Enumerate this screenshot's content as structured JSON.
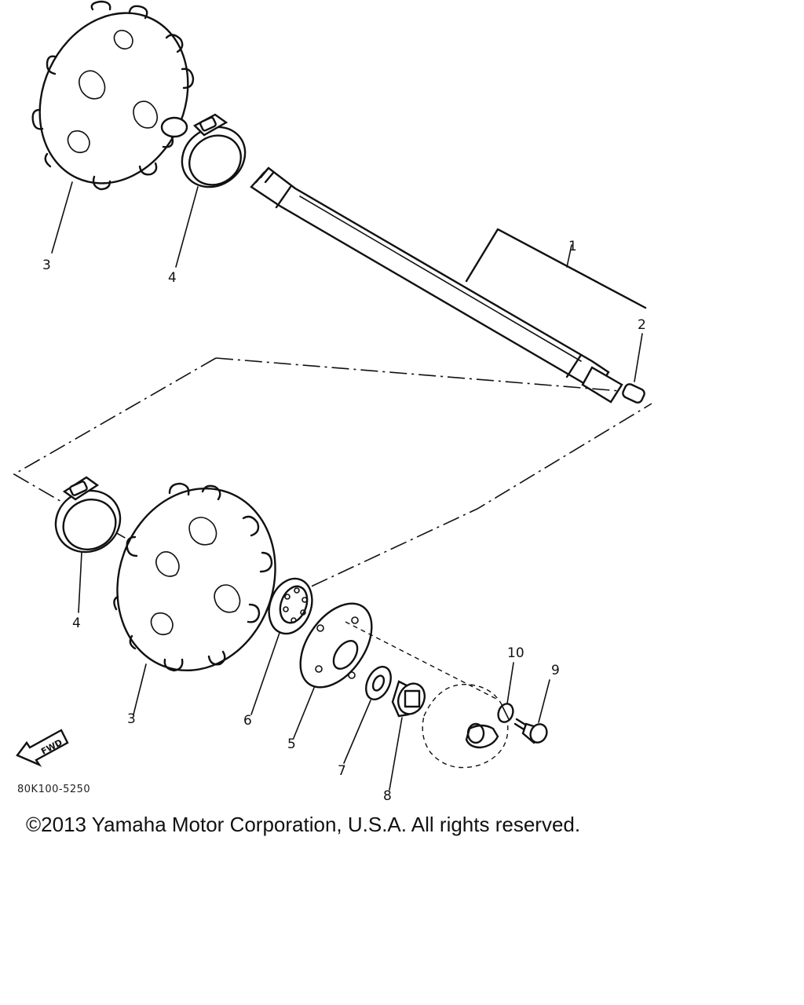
{
  "callouts": {
    "shaft": "1",
    "plug": "2",
    "sprocket_upper": "3",
    "clamp_upper": "4",
    "clamp_lower": "4",
    "sprocket_lower": "3",
    "housing": "5",
    "bearing": "6",
    "washer": "7",
    "nut": "8",
    "bolt": "9",
    "lock_washer": "10"
  },
  "fwd_label": "FWD",
  "drawing_code": "80K100-5250",
  "copyright": "©2013 Yamaha Motor Corporation, U.S.A. All rights reserved."
}
